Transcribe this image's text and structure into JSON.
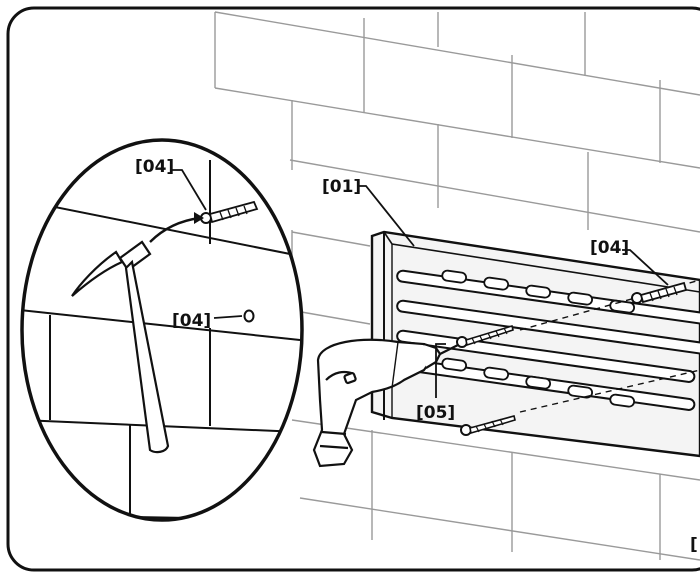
{
  "callouts": {
    "bracket": "[01]",
    "anchor_inset_top": "[04]",
    "anchor_inset_mid": "[04]",
    "anchor_right": "[04]",
    "screw": "[05]",
    "cut_label": "["
  },
  "colors": {
    "stroke": "#111111",
    "tile_line": "#9a9a9a",
    "background": "#ffffff",
    "part_fill": "#f4f4f4"
  },
  "icons": [
    "hammer-icon",
    "drill-icon",
    "wall-anchor-icon",
    "screw-icon",
    "wall-bracket-icon"
  ]
}
